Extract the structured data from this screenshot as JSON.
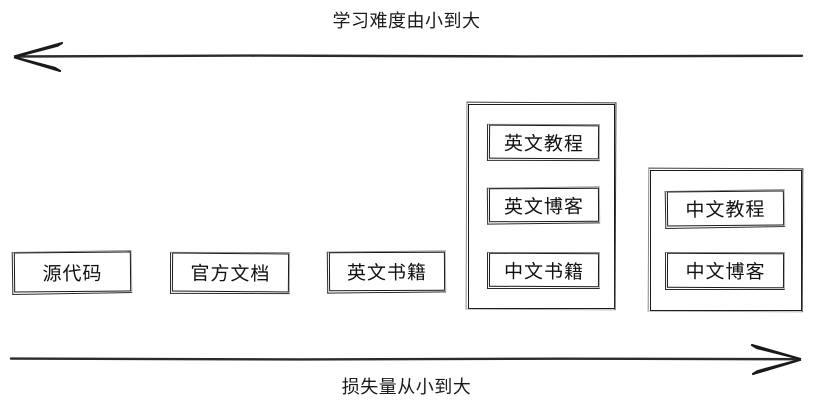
{
  "diagram": {
    "title_top": "学习难度由小到大",
    "title_bottom": "损失量从小到大",
    "axes": [
      {
        "name": "difficulty-axis",
        "label": "学习难度由小到大",
        "direction": "left",
        "position": "top"
      },
      {
        "name": "loss-axis",
        "label": "损失量从小到大",
        "direction": "right",
        "position": "bottom"
      }
    ],
    "nodes": [
      {
        "id": "source-code",
        "label": "源代码"
      },
      {
        "id": "official-docs",
        "label": "官方文档"
      },
      {
        "id": "english-books",
        "label": "英文书籍"
      },
      {
        "id": "english-tutorials",
        "label": "英文教程"
      },
      {
        "id": "english-blogs",
        "label": "英文博客"
      },
      {
        "id": "chinese-books",
        "label": "中文书籍"
      },
      {
        "id": "chinese-tutorials",
        "label": "中文教程"
      },
      {
        "id": "chinese-blogs",
        "label": "中文博客"
      }
    ],
    "groups": [
      {
        "id": "group-english-mid",
        "members": [
          "英文教程",
          "英文博客",
          "中文书籍"
        ]
      },
      {
        "id": "group-chinese",
        "members": [
          "中文教程",
          "中文博客"
        ]
      }
    ],
    "colors": {
      "stroke": "#1a1a1a",
      "text": "#111111",
      "background": "#ffffff"
    }
  }
}
